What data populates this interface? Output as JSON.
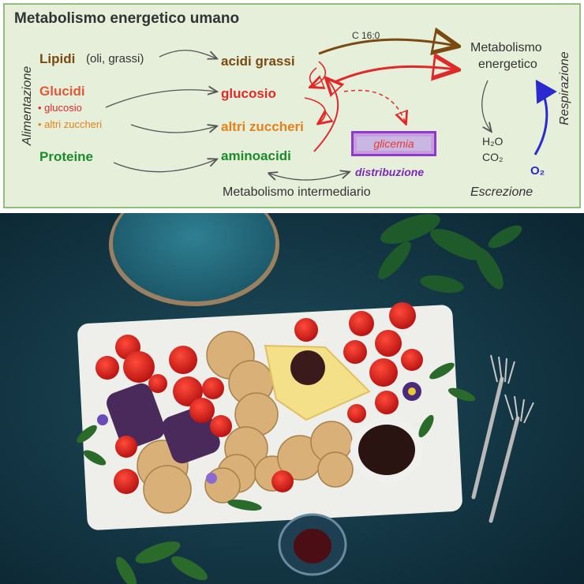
{
  "diagram": {
    "title": "Metabolismo energetico umano",
    "side_left": "Alimentazione",
    "side_right": "Respirazione",
    "sources": {
      "lipidi": "Lipidi",
      "lipidi_note": "(oli, grassi)",
      "glucidi": "Glucidi",
      "glucosio_item": "• glucosio",
      "zuccheri_item": "• altri zuccheri",
      "proteine": "Proteine"
    },
    "intermediates": {
      "acidi_grassi": "acidi grassi",
      "glucosio": "glucosio",
      "altri_zuccheri": "altri zuccheri",
      "aminoacidi": "aminoacidi"
    },
    "c16": "C 16:0",
    "energetico_line1": "Metabolismo",
    "energetico_line2": "energetico",
    "glicemia": "glicemia",
    "distribuzione": "distribuzione",
    "intermedio": "Metabolismo intermediario",
    "h2o": "H₂O",
    "co2": "CO₂",
    "o2": "O₂",
    "escrezione": "Escrezione",
    "colors": {
      "lipidi": "#7a4a12",
      "glucidi": "#e05a3a",
      "glucosio": "#e02a2a",
      "zuccheri": "#e8801a",
      "proteine": "#1a8c2a",
      "o2": "#2a2ad0",
      "purple": "#7a2ab8"
    }
  }
}
